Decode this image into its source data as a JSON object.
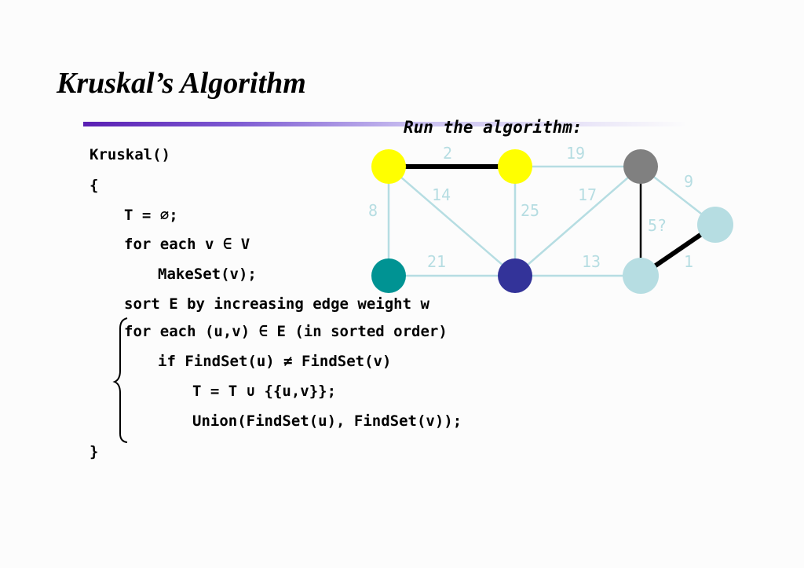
{
  "slide": {
    "title": "Kruskal’s Algorithm",
    "subtitle": "Run the algorithm:"
  },
  "code": {
    "lines": [
      "Kruskal()",
      "{",
      "T = ∅;",
      "for each v ∈ V",
      "MakeSet(v);",
      "sort E by increasing edge weight w",
      "for each (u,v) ∈ E (in sorted order)",
      "if FindSet(u) ≠ FindSet(v)",
      "T = T ∪ {{u,v}};",
      "Union(FindSet(u), FindSet(v));",
      "}"
    ]
  },
  "graph": {
    "edge_weights": {
      "ab": "2",
      "bc": "19",
      "cd": "9",
      "ae": "8",
      "af": "14",
      "bf": "25",
      "cf": "17",
      "cg": "5?",
      "ef": "21",
      "fg": "13",
      "gd": "1"
    },
    "colors": {
      "yellow": "#ffff00",
      "gray": "#808080",
      "teal": "#009393",
      "navy": "#333399",
      "light": "#b6dde2",
      "edge": "#b6dde2",
      "tree_edge": "#000000"
    }
  }
}
